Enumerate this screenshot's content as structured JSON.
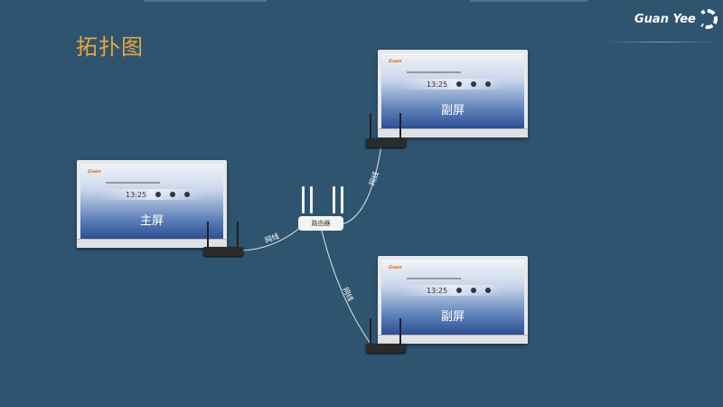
{
  "title": "拓扑图",
  "logo": {
    "text": "Guan Yee"
  },
  "router": {
    "label": "路由器"
  },
  "screens": [
    {
      "role": "main",
      "label": "主屏",
      "time": "13:25"
    },
    {
      "role": "secondary-top",
      "label": "副屏",
      "time": "13:25"
    },
    {
      "role": "secondary-bottom",
      "label": "副屏",
      "time": "13:25"
    }
  ],
  "wires": [
    {
      "label": "网线"
    },
    {
      "label": "网线"
    },
    {
      "label": "网线"
    }
  ],
  "colors": {
    "background": "#2f5470",
    "title": "#e8a63a"
  }
}
